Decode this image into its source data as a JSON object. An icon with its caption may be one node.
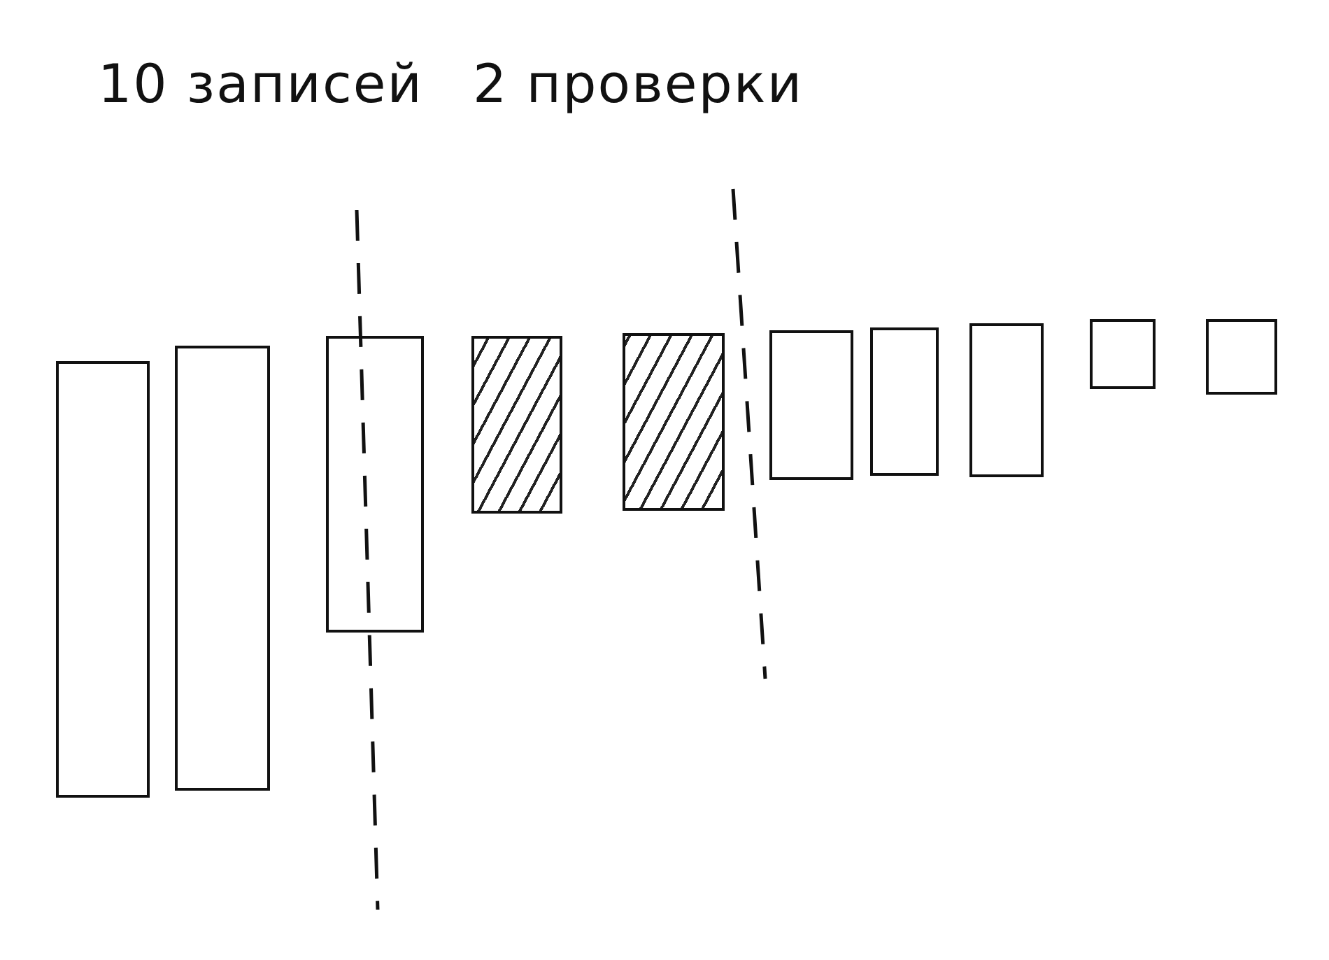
{
  "diagram": {
    "nodes": [
      {
        "text": [],
        "shape": "bar"
      },
      {
        "text": [],
        "shape": "bar"
      },
      {
        "text": [],
        "shape": "bar"
      },
      {
        "text": [],
        "shape": "bar"
      },
      {
        "text": [],
        "shape": "bar"
      },
      {
        "text": [],
        "shape": "bar"
      },
      {
        "text": [],
        "shape": "bar"
      },
      {
        "text": [],
        "shape": "bar"
      },
      {
        "text": [],
        "shape": "bar"
      },
      {
        "text": [],
        "shape": "bar"
      }
    ],
    "labels": [
      "10 записей",
      "2 проверки"
    ]
  }
}
